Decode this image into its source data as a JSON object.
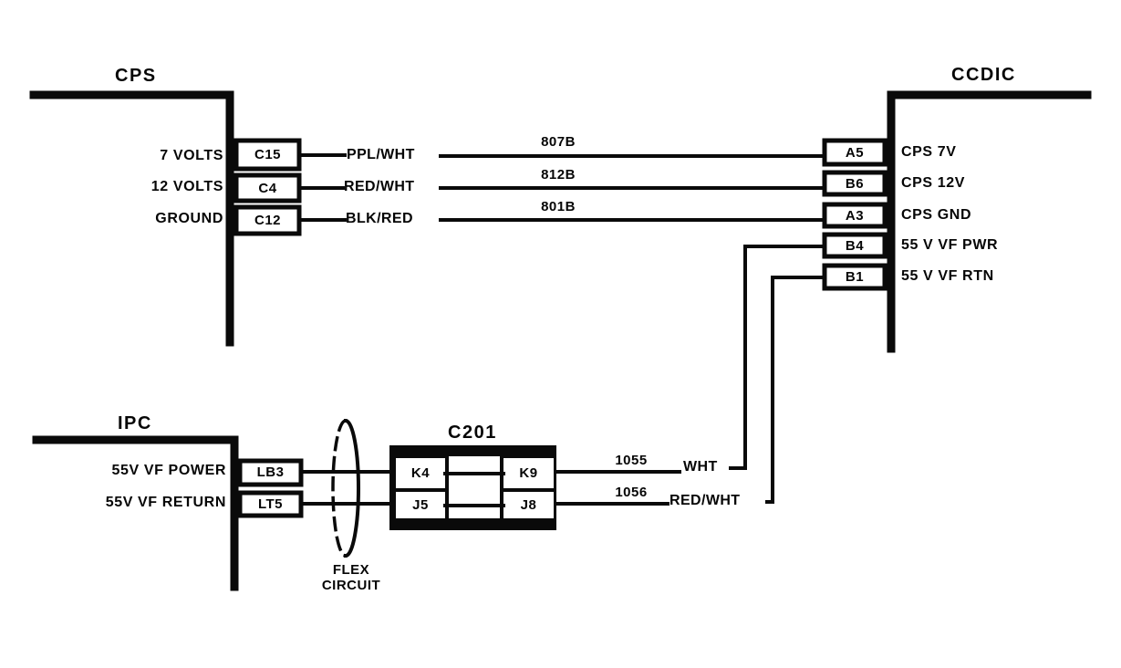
{
  "palette": {
    "ink": "#0a0a0a",
    "background": "#ffffff"
  },
  "cps": {
    "title": "CPS",
    "pins": [
      {
        "id": "C15",
        "label": "7 VOLTS"
      },
      {
        "id": "C4",
        "label": "12 VOLTS"
      },
      {
        "id": "C12",
        "label": "GROUND"
      }
    ]
  },
  "ccdic": {
    "title": "CCDIC",
    "pins": [
      {
        "id": "A5",
        "label": "CPS 7V"
      },
      {
        "id": "B6",
        "label": "CPS 12V"
      },
      {
        "id": "A3",
        "label": "CPS GND"
      },
      {
        "id": "B4",
        "label": "55 V VF PWR"
      },
      {
        "id": "B1",
        "label": "55 V VF RTN"
      }
    ]
  },
  "ipc": {
    "title": "IPC",
    "pins": [
      {
        "id": "LB3",
        "label": "55V VF POWER"
      },
      {
        "id": "LT5",
        "label": "55V VF RETURN"
      }
    ]
  },
  "c201": {
    "title": "C201",
    "top_pins": [
      "K4",
      "K9"
    ],
    "bottom_pins": [
      "J5",
      "J8"
    ]
  },
  "flex_circuit": {
    "label_line1": "FLEX",
    "label_line2": "CIRCUIT"
  },
  "wires": {
    "cps_to_ccdic": [
      {
        "color": "PPL/WHT",
        "circuit": "807B",
        "from": "C15",
        "to": "A5"
      },
      {
        "color": "RED/WHT",
        "circuit": "812B",
        "from": "C4",
        "to": "B6"
      },
      {
        "color": "BLK/RED",
        "circuit": "801B",
        "from": "C12",
        "to": "A3"
      }
    ],
    "c201_to_ccdic": [
      {
        "circuit": "1055",
        "color": "WHT",
        "from": "K9",
        "to": "B4"
      },
      {
        "circuit": "1056",
        "color": "RED/WHT",
        "from": "J8",
        "to": "B1"
      }
    ]
  }
}
